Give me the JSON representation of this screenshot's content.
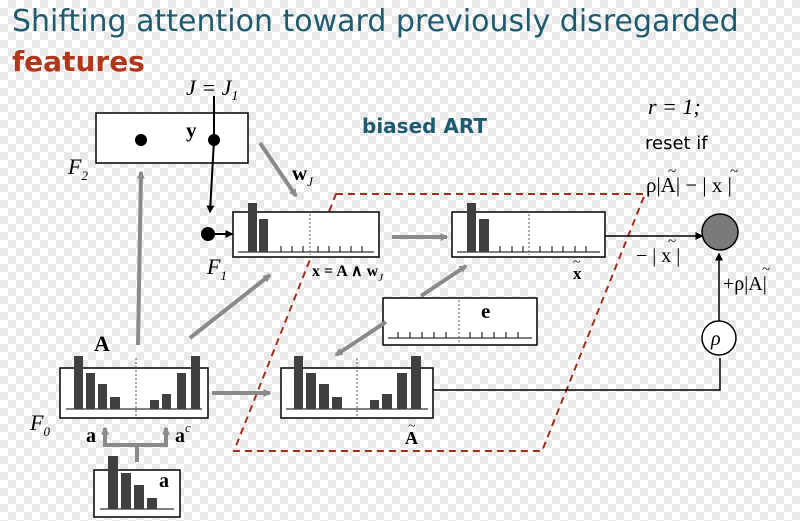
{
  "title": {
    "line1": "Shifting attention toward previously disregarded",
    "line2": "features"
  },
  "network_label": "biased ART",
  "labels": {
    "j_eq": "J = J",
    "j_sub": "1",
    "y": "y",
    "f2": "F",
    "f2_sub": "2",
    "wj": "w",
    "wj_sub": "J",
    "f1": "F",
    "f1_sub": "1",
    "x_eq": "x = A ∧ w",
    "x_sub": "J",
    "x_tilde": "x",
    "e": "e",
    "A": "A",
    "f0": "F",
    "f0_sub": "0",
    "a": "a",
    "ac": "a",
    "ac_sup": "c",
    "a_input": "a",
    "A_tilde": "A",
    "r_eq": "r = 1;",
    "reset_if": "reset if",
    "reset_expr": "ρ|A| − | x |",
    "minus_x": "− | x |",
    "plus_rho_a": "+ρ|A|",
    "rho": "ρ"
  },
  "colors": {
    "title": "#1f5b6e",
    "features": "#b0361c",
    "dashed_parallelogram": "#a0301a",
    "arrow_gray": "#8a8a8a",
    "node_gray": "#7a7a7a"
  }
}
